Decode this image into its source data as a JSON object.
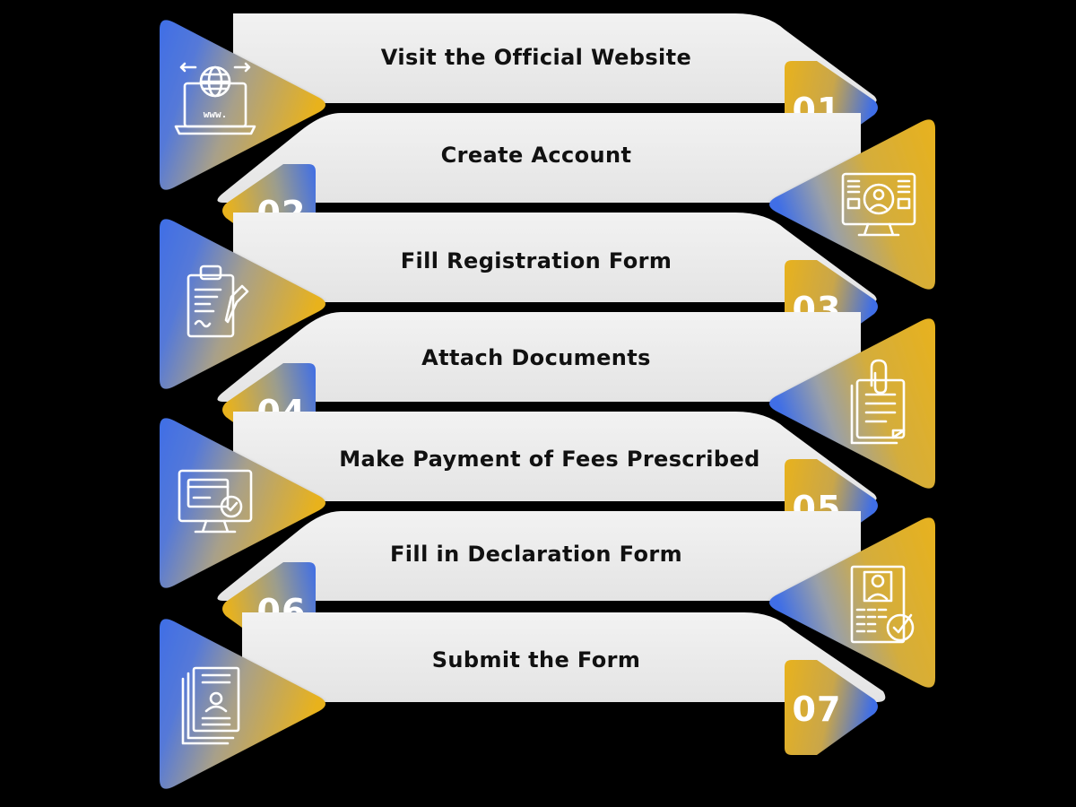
{
  "colors": {
    "background": "#000000",
    "band": "#ececec",
    "gradient_blue": "#3f6ee6",
    "gradient_yellow": "#e8b21d",
    "text_dark": "#111111",
    "text_light": "#ffffff"
  },
  "steps": [
    {
      "number": "01",
      "label": "Visit the Official Website",
      "icon": "website-globe-icon"
    },
    {
      "number": "02",
      "label": "Create Account",
      "icon": "monitor-user-icon"
    },
    {
      "number": "03",
      "label": "Fill Registration Form",
      "icon": "clipboard-pen-icon"
    },
    {
      "number": "04",
      "label": "Attach Documents",
      "icon": "attached-documents-icon"
    },
    {
      "number": "05",
      "label": "Make Payment of Fees Prescribed",
      "icon": "payment-monitor-icon"
    },
    {
      "number": "06",
      "label": "Fill in Declaration Form",
      "icon": "declaration-form-icon"
    },
    {
      "number": "07",
      "label": "Submit the Form",
      "icon": "submit-form-icon"
    }
  ]
}
